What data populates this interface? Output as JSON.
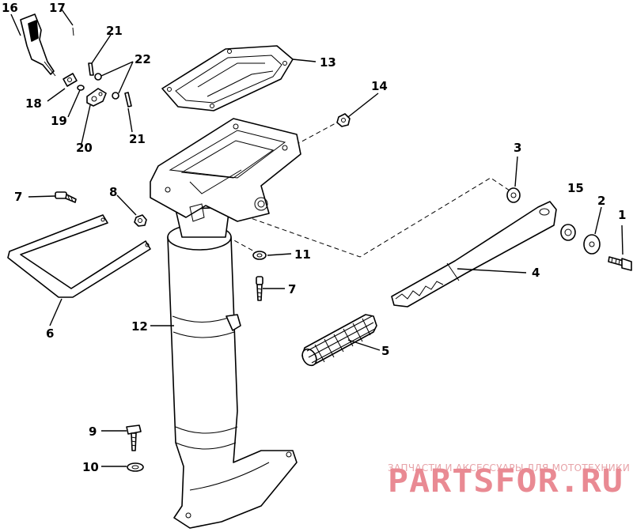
{
  "diagram": {
    "callouts": {
      "c1": "1",
      "c2": "2",
      "c3": "3",
      "c4": "4",
      "c5": "5",
      "c6": "6",
      "c7a": "7",
      "c7b": "7",
      "c8": "8",
      "c9": "9",
      "c10": "10",
      "c11": "11",
      "c12": "12",
      "c13": "13",
      "c14": "14",
      "c15": "15",
      "c16": "16",
      "c17": "17",
      "c18": "18",
      "c19": "19",
      "c20": "20",
      "c21a": "21",
      "c21b": "21",
      "c22": "22"
    }
  },
  "watermark": {
    "tagline": "ЗАПЧАСТИ И АКСЕССУАРЫ ДЛЯ МОТОТЕХНИКИ",
    "brand": "PARTSFOR.RU"
  },
  "colors": {
    "ink": "#000000",
    "watermark": "#e98a93"
  }
}
